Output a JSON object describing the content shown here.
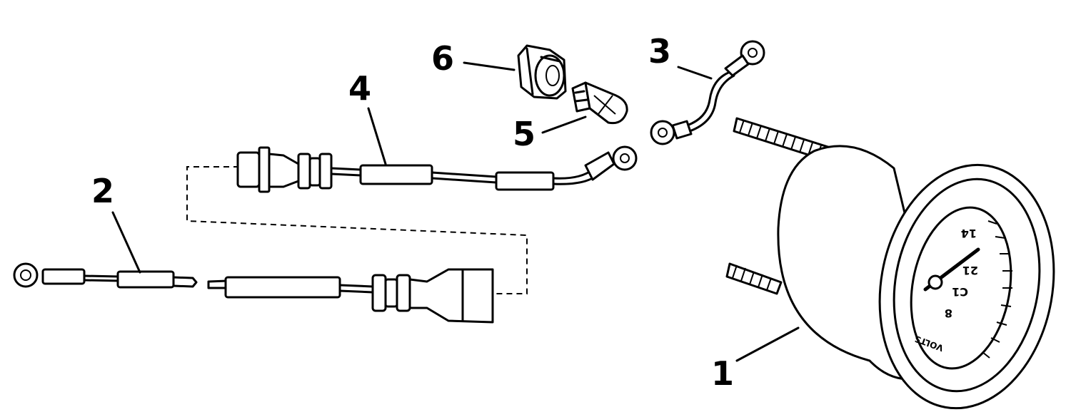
{
  "callouts": [
    {
      "id": "1",
      "text": "1"
    },
    {
      "id": "2",
      "text": "2"
    },
    {
      "id": "3",
      "text": "3"
    },
    {
      "id": "4",
      "text": "4"
    },
    {
      "id": "5",
      "text": "5"
    },
    {
      "id": "6",
      "text": "6"
    }
  ],
  "gauge": {
    "dial_numbers": [
      "14",
      "21",
      "C1",
      "8"
    ],
    "dial_text": "VOLTS"
  },
  "colors": {
    "ink": "#000000",
    "paper": "#ffffff"
  }
}
